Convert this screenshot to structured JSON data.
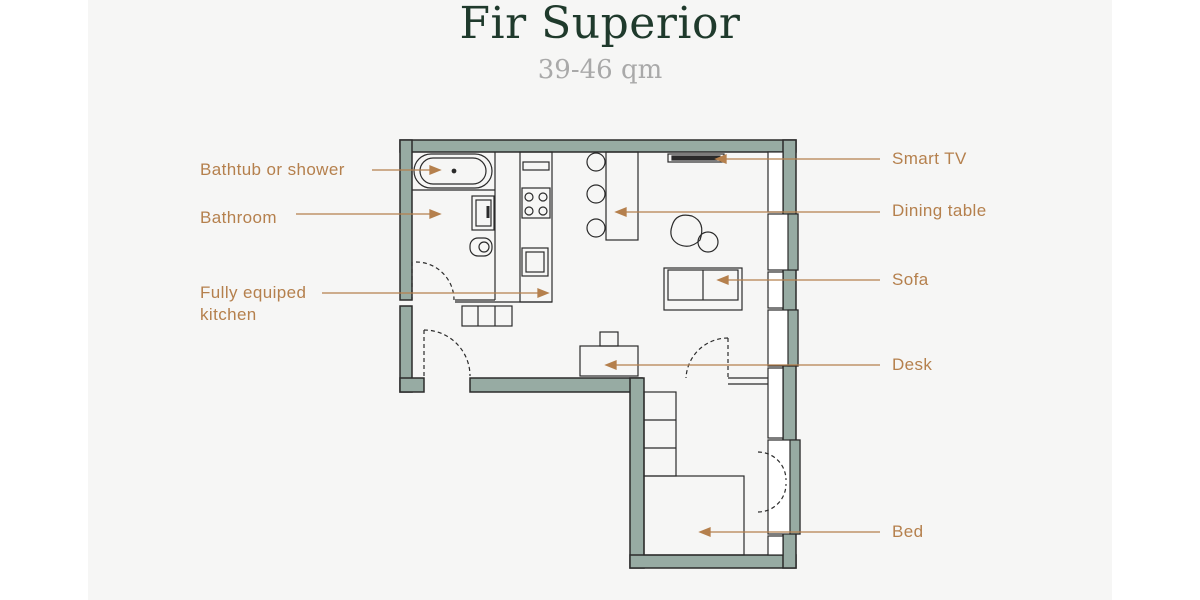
{
  "header": {
    "title": "Fir Superior",
    "subtitle": "39-46 qm"
  },
  "labels": {
    "bathtub": "Bathtub or shower",
    "bathroom": "Bathroom",
    "kitchen_line1": "Fully equiped",
    "kitchen_line2": "kitchen",
    "smart_tv": "Smart TV",
    "dining_table": "Dining table",
    "sofa": "Sofa",
    "desk": "Desk",
    "bed": "Bed"
  },
  "colors": {
    "wall": "#97aba3",
    "wall_stroke": "#2b2b2b",
    "accent": "#b5804d",
    "title": "#1f3a2c",
    "subtitle": "#a9a9a9",
    "background": "#f6f6f5"
  }
}
